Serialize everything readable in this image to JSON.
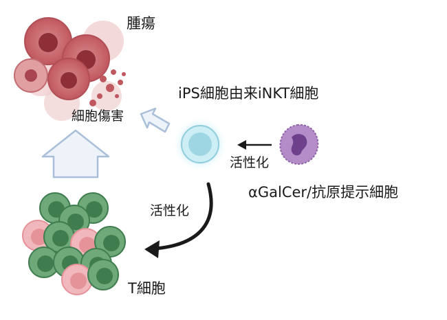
{
  "labels": {
    "tumor": "腫瘍",
    "cytotoxicity": "細胞傷害",
    "ips_inkt": "iPS細胞由来iNKT細胞",
    "activation_top": "活性化",
    "apc": "αGalCer/抗原提示細胞",
    "activation_left": "活性化",
    "t_cell": "T細胞"
  },
  "colors": {
    "tumor": "#c8666b",
    "tumor_dark": "#8e2f37",
    "tumor_light": "#e6b4b4",
    "inkt": "#9fd6e4",
    "inkt_glow": "#bfeaf4",
    "apc": "#a67bbd",
    "apc_nucleus": "#6e3f8a",
    "t_green": "#6fa97a",
    "t_green_dark": "#3f7d4f",
    "t_pink": "#f0b8bc",
    "t_pink_dark": "#e69299",
    "arrow_outline": "#a9bfd9",
    "arrow_fill": "#eef3fa",
    "arrow_dark": "#1a1a1a"
  }
}
